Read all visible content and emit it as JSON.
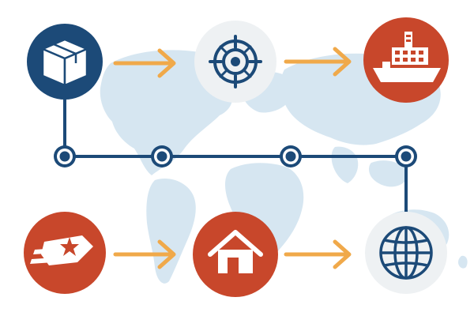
{
  "diagram": {
    "colors": {
      "navy": "#1c4a78",
      "red": "#c8472b",
      "orange": "#f0a94a",
      "light_gray": "#eef1f3",
      "map": "#d6e6f1",
      "white": "#ffffff"
    },
    "nodes": [
      {
        "id": "package",
        "icon": "package-box-icon",
        "fill": "navy"
      },
      {
        "id": "target",
        "icon": "crosshair-target-icon",
        "fill": "light_gray"
      },
      {
        "id": "ship",
        "icon": "cargo-ship-icon",
        "fill": "red"
      },
      {
        "id": "delivery",
        "icon": "fast-delivery-star-icon",
        "fill": "red"
      },
      {
        "id": "home",
        "icon": "house-icon",
        "fill": "red"
      },
      {
        "id": "globe",
        "icon": "globe-icon",
        "fill": "light_gray"
      }
    ],
    "flow": [
      {
        "from": "package",
        "to": "target"
      },
      {
        "from": "target",
        "to": "ship"
      },
      {
        "from": "delivery",
        "to": "home"
      },
      {
        "from": "home",
        "to": "globe"
      }
    ],
    "timeline_checkpoints": 4
  }
}
